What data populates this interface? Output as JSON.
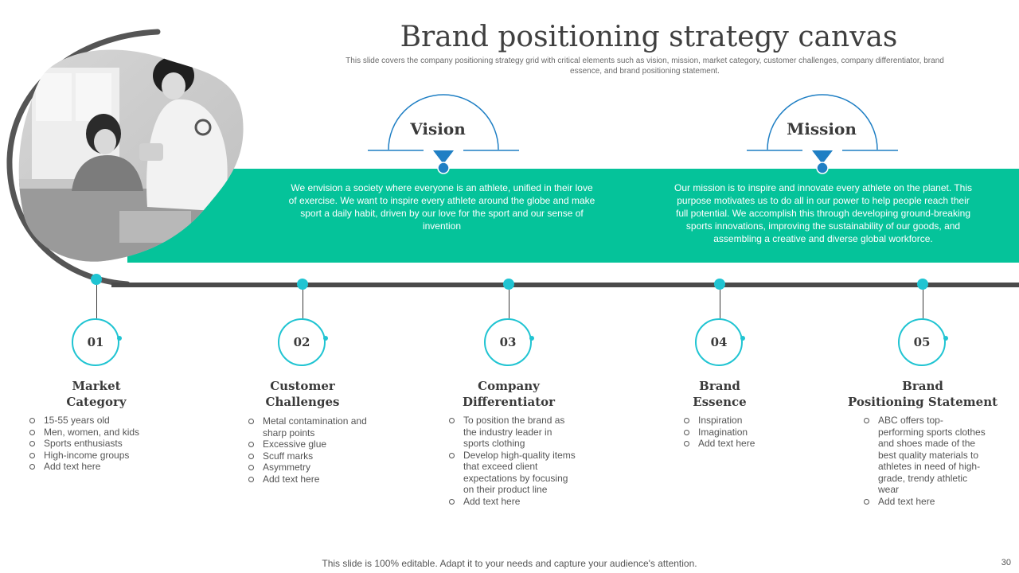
{
  "header": {
    "title": "Brand positioning strategy canvas",
    "subtitle": "This slide covers the company positioning strategy grid with critical elements such as vision, mission, market category, customer challenges, company differentiator, brand essence, and brand positioning statement."
  },
  "vision": {
    "label": "Vision",
    "text": "We envision a society where everyone is an athlete, unified in their love of exercise. We want to inspire every athlete around the globe and make sport a daily habit, driven by our love for the sport and our sense of invention"
  },
  "mission": {
    "label": "Mission",
    "text": "Our mission is to inspire and innovate every athlete on the planet. This purpose motivates us to do all in our power to help people reach their full potential. We accomplish this through developing ground-breaking sports innovations, improving the sustainability of our goods, and assembling a creative and diverse global workforce."
  },
  "steps": [
    {
      "number": "01",
      "title_line1": "Market",
      "title_line2": "Category",
      "bullets": [
        "15-55 years old",
        "Men, women, and kids",
        "Sports enthusiasts",
        "High-income groups",
        "Add text here"
      ]
    },
    {
      "number": "02",
      "title_line1": "Customer",
      "title_line2": "Challenges",
      "bullets": [
        "Metal contamination and sharp points",
        "Excessive glue",
        "Scuff marks",
        "Asymmetry",
        "Add text here"
      ]
    },
    {
      "number": "03",
      "title_line1": "Company",
      "title_line2": "Differentiator",
      "bullets": [
        "To position the brand as the industry leader in sports clothing",
        "Develop high-quality items that exceed client expectations by focusing on their product line",
        "Add text here"
      ]
    },
    {
      "number": "04",
      "title_line1": "Brand",
      "title_line2": "Essence",
      "bullets": [
        "Inspiration",
        "Imagination",
        "Add text here"
      ]
    },
    {
      "number": "05",
      "title_line1": "Brand",
      "title_line2": "Positioning Statement",
      "bullets": [
        "ABC offers top-performing sports clothes and shoes made of the best quality materials to athletes in need of high-grade, trendy athletic wear",
        "Add text here"
      ]
    }
  ],
  "footer": {
    "note": "This slide is 100% editable. Adapt it to your needs and capture your audience's attention.",
    "page_number": "30"
  },
  "colors": {
    "accent_green": "#05c39a",
    "accent_cyan": "#20c4d2",
    "marker_blue": "#1f7fc4",
    "timeline_gray": "#4a4a4a"
  },
  "icons": {
    "photo": "team-photo",
    "marker": "pin-marker-icon"
  }
}
